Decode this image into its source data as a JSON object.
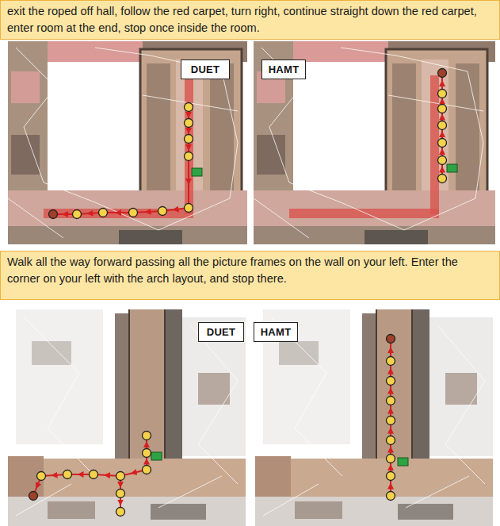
{
  "diagram": {
    "nodes": [
      {
        "text": [
          "exit the roped off hall, follow the red carpet, turn right, continue straight down the red carpet, enter room at the end, stop once inside the room."
        ]
      },
      {
        "text": [
          "DUET"
        ]
      },
      {
        "text": [
          "HAMT"
        ]
      },
      {
        "text": [
          "Walk all the way forward passing all the picture frames on the wall on your left. Enter the corner on your left with the arch layout, and stop there."
        ]
      },
      {
        "text": [
          "DUET"
        ]
      },
      {
        "text": [
          "HAMT"
        ]
      }
    ]
  }
}
